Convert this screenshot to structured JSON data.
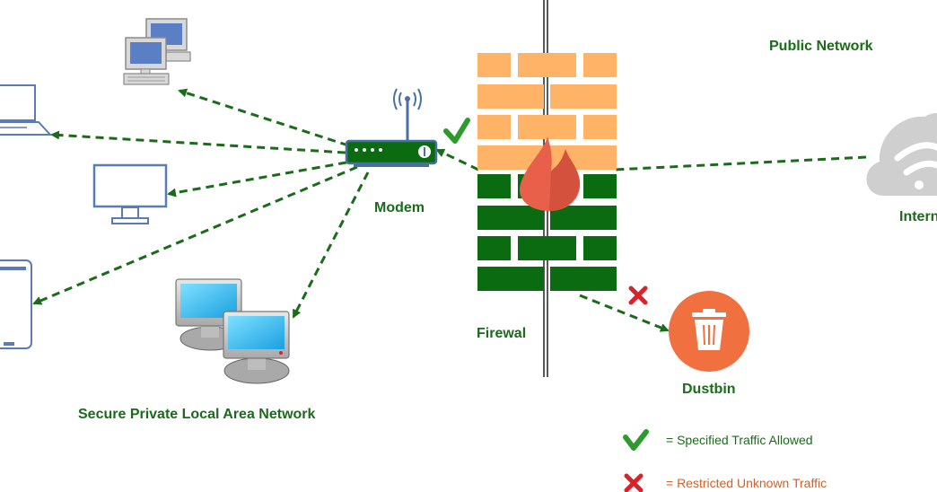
{
  "labels": {
    "public_network": "Public Network",
    "modem": "Modem",
    "firewall": "Firewal",
    "internet": "Intern",
    "dustbin": "Dustbin",
    "lan": "Secure Private Local Area Network"
  },
  "legend": {
    "allowed": "= Specified Traffic Allowed",
    "restricted": "= Restricted Unknown Traffic"
  },
  "icons": {
    "modem": "router-icon",
    "firewall": "firewall-brick-wall-icon",
    "flame": "fire-icon",
    "internet": "cloud-wifi-icon",
    "dustbin": "trash-icon",
    "allowed": "checkmark-icon",
    "restricted": "cross-icon"
  },
  "colors": {
    "label_green": "#1a6b1a",
    "restricted_text": "#d0612a",
    "brick_orange": "#ffb366",
    "brick_green": "#0b6b10",
    "flame": "#e8604a",
    "dustbin": "#f07040",
    "cloud": "#cfcfcf",
    "connector": "#1a6b1a"
  }
}
